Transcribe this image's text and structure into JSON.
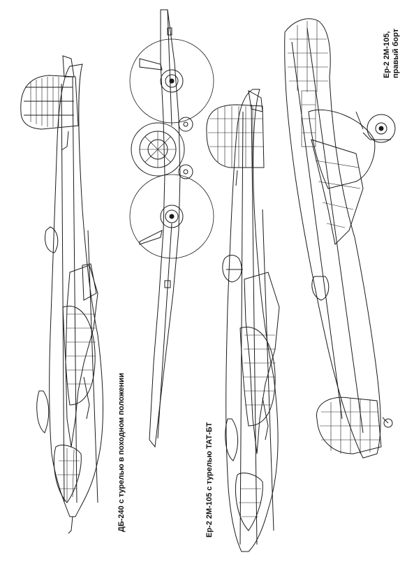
{
  "captions": {
    "db240": "ДБ-240 с турелью в походном положении",
    "er2_tat": "Ер-2 2М-105 с турелью ТАТ-БТ",
    "er2_right_line1": "Ер-2 2М-105,",
    "er2_right_line2": "правый борт"
  },
  "colors": {
    "ink": "#1a1a1a",
    "paper": "#ffffff"
  }
}
